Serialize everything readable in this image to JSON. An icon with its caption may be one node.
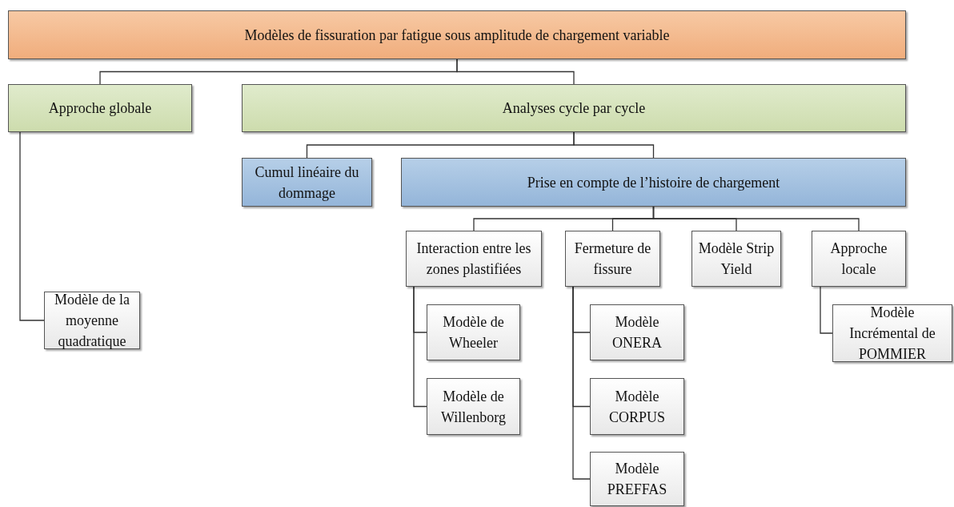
{
  "diagram": {
    "nodes": [
      {
        "text": [
          "Modèles de fissuration par fatigue sous amplitude de chargement variable"
        ]
      },
      {
        "text": [
          "Approche globale"
        ]
      },
      {
        "text": [
          "Analyses cycle par cycle"
        ]
      },
      {
        "text": [
          "Cumul linéaire du dommage"
        ]
      },
      {
        "text": [
          "Prise en compte de l’histoire de chargement"
        ]
      },
      {
        "text": [
          "Interaction entre les zones plastifiées"
        ]
      },
      {
        "text": [
          "Fermeture de fissure"
        ]
      },
      {
        "text": [
          "Modèle Strip Yield"
        ]
      },
      {
        "text": [
          "Approche locale"
        ]
      },
      {
        "text": [
          "Modèle de la moyenne quadratique"
        ]
      },
      {
        "text": [
          "Modèle de Wheeler"
        ]
      },
      {
        "text": [
          "Modèle de Willenborg"
        ]
      },
      {
        "text": [
          "Modèle ONERA"
        ]
      },
      {
        "text": [
          "Modèle CORPUS"
        ]
      },
      {
        "text": [
          "Modèle PREFFAS"
        ]
      },
      {
        "text": [
          "Modèle Incrémental de POMMIER"
        ]
      }
    ],
    "edges": [
      {
        "from": 0,
        "to": 1,
        "arrow": "none"
      },
      {
        "from": 0,
        "to": 2,
        "arrow": "none"
      },
      {
        "from": 1,
        "to": 9,
        "arrow": "none"
      },
      {
        "from": 2,
        "to": 3,
        "arrow": "none"
      },
      {
        "from": 2,
        "to": 4,
        "arrow": "none"
      },
      {
        "from": 4,
        "to": 5,
        "arrow": "none"
      },
      {
        "from": 4,
        "to": 6,
        "arrow": "none"
      },
      {
        "from": 4,
        "to": 7,
        "arrow": "none"
      },
      {
        "from": 4,
        "to": 8,
        "arrow": "none"
      },
      {
        "from": 5,
        "to": 10,
        "arrow": "none"
      },
      {
        "from": 5,
        "to": 11,
        "arrow": "none"
      },
      {
        "from": 6,
        "to": 12,
        "arrow": "none"
      },
      {
        "from": 6,
        "to": 13,
        "arrow": "none"
      },
      {
        "from": 6,
        "to": 14,
        "arrow": "none"
      },
      {
        "from": 8,
        "to": 15,
        "arrow": "none"
      }
    ]
  }
}
